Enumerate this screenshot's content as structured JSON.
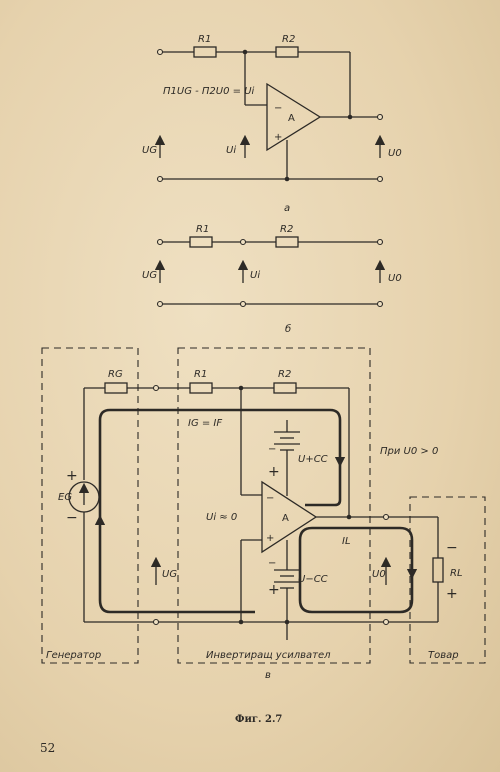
{
  "diagram_a": {
    "r1": "R1",
    "r2": "R2",
    "equation": "Π1UG - Π2U0 = Ui",
    "amp": "A",
    "ug": "UG",
    "ui": "Ui",
    "uo": "U0",
    "caption": "a"
  },
  "diagram_b": {
    "r1": "R1",
    "r2": "R2",
    "ug": "UG",
    "ui": "Ui",
    "uo": "U0",
    "caption": "б"
  },
  "diagram_c": {
    "rg": "RG",
    "r1": "R1",
    "r2": "R2",
    "ig_eq": "IG = IF",
    "ucc_plus": "U+CC",
    "ucc_minus": "U−CC",
    "condition": "При  U0 > 0",
    "eg": "EG",
    "ui_zero": "Ui ≈ 0",
    "amp": "A",
    "il": "IL",
    "ug": "UG",
    "uo": "U0",
    "rl": "RL",
    "box_generator": "Генератор",
    "box_amplifier": "Инвертиращ усилвател",
    "box_load": "Товар",
    "caption": "в"
  },
  "figure_caption": "Фиг. 2.7",
  "page_number": "52"
}
